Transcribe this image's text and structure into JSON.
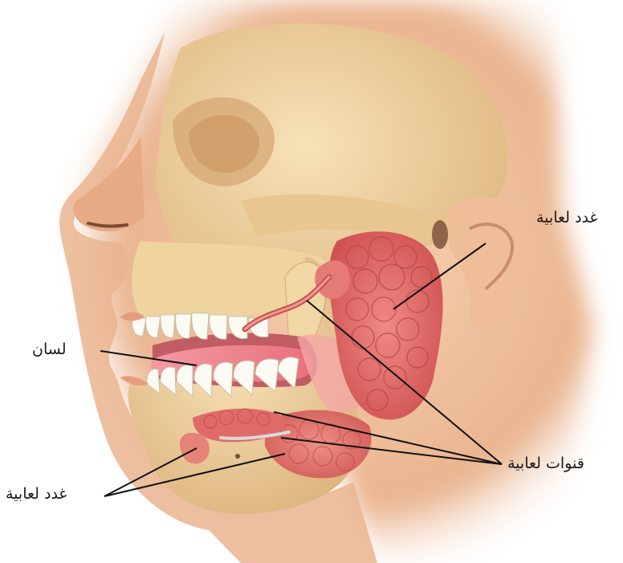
{
  "labels": {
    "glands_right": "غدد لعابية",
    "tongue": "لسان",
    "ducts": "قنوات لعابية",
    "glands_left": "غدد لعابية"
  },
  "colors": {
    "skin": "#f3c9a6",
    "skin_shadow": "#e3a983",
    "bone": "#f1d7a4",
    "bone_shadow": "#d9b47c",
    "gland": "#e86f6f",
    "gland_dark": "#c94b4b",
    "tongue": "#f08c95",
    "teeth": "#fbfaf3",
    "leader": "#111111"
  }
}
